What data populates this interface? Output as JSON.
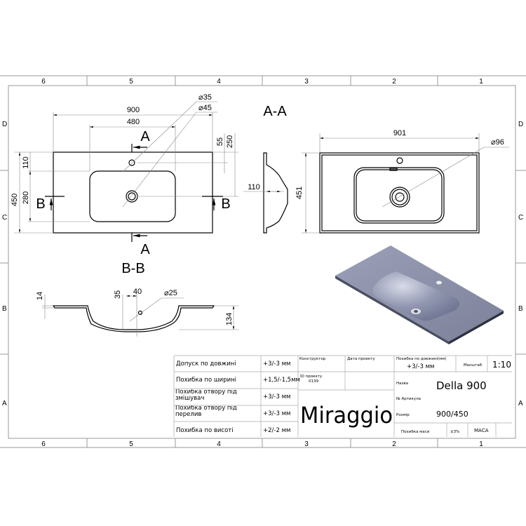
{
  "frame": {
    "columns": [
      "6",
      "5",
      "4",
      "3",
      "2",
      "1"
    ],
    "rows": [
      "D",
      "C",
      "B",
      "A"
    ]
  },
  "views": {
    "top": {
      "width": "900",
      "basin_width": "480",
      "tap_hole": "⌀35",
      "drain": "⌀45",
      "section_a": "A",
      "section_b": "B",
      "depth": "450",
      "basin_depth": "280",
      "tap_offset": "110",
      "d55": "55",
      "d250": "250"
    },
    "section_aa": {
      "label": "A-A",
      "dim": "110"
    },
    "front": {
      "width": "901",
      "depth": "451",
      "drain": "⌀96"
    },
    "section_bb": {
      "label": "B-B",
      "d14": "14",
      "d35": "35",
      "d40": "40",
      "overflow": "⌀25",
      "height": "134"
    }
  },
  "table": {
    "rows": [
      {
        "label": "Допуск по довжині",
        "value": "+3/-3 мм"
      },
      {
        "label": "Похибка по ширині",
        "value": "+1,5/-1,5мм"
      },
      {
        "label": "Похибка отвору під змішувач",
        "value": "+3/-3 мм"
      },
      {
        "label": "Похибка отвору під перелив",
        "value": "+3/-3 мм"
      },
      {
        "label": "Похибка по висоті",
        "value": "+2/-2 мм"
      }
    ],
    "designer_label": "Конструктор",
    "date_label": "Дата проекту",
    "project_id_label": "ID проекту",
    "project_id": "0139",
    "brand": "Miraggio",
    "length_tol_label": "Похибка по довжині(мм)",
    "length_tol": "+3/-3 мм",
    "scale_label": "Масштаб",
    "scale": "1:10",
    "name_label": "Назва",
    "name": "Della 900",
    "article_label": "№ Артикула",
    "size_label": "Розмір",
    "size": "900/450",
    "mass_tol_label": "Похибка маси",
    "mass_tol": "±3%",
    "mass_label": "МАСА"
  },
  "colors": {
    "render": "#8a90aa"
  }
}
